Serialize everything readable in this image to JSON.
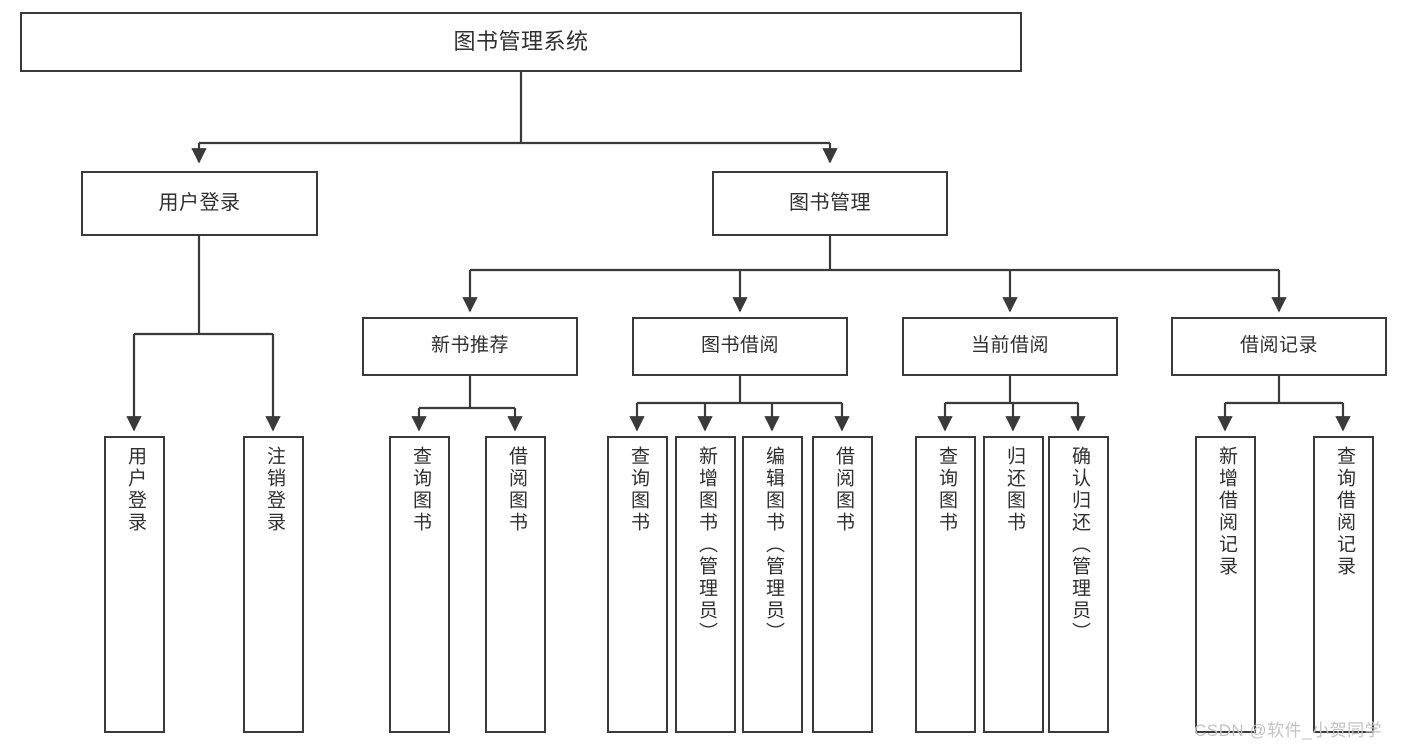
{
  "diagram": {
    "title": "图书管理系统",
    "root": {
      "label": "图书管理系统"
    },
    "level1": [
      {
        "label": "用户登录"
      },
      {
        "label": "图书管理"
      }
    ],
    "level2": [
      {
        "label": "新书推荐"
      },
      {
        "label": "图书借阅"
      },
      {
        "label": "当前借阅"
      },
      {
        "label": "借阅记录"
      }
    ],
    "leaves": {
      "user_login": [
        {
          "label": "用户登录"
        },
        {
          "label": "注销登录"
        }
      ],
      "new_book_recommend": [
        {
          "label": "查询图书"
        },
        {
          "label": "借阅图书"
        }
      ],
      "book_borrow": [
        {
          "label": "查询图书"
        },
        {
          "label": "新增图书（管理员）"
        },
        {
          "label": "编辑图书（管理员）"
        },
        {
          "label": "借阅图书"
        }
      ],
      "current_borrow": [
        {
          "label": "查询图书"
        },
        {
          "label": "归还图书"
        },
        {
          "label": "确认归还（管理员）"
        }
      ],
      "borrow_record": [
        {
          "label": "新增借阅记录"
        },
        {
          "label": "查询借阅记录"
        }
      ]
    }
  },
  "watermark": {
    "text": "CSDN @软件_小贺同学"
  },
  "colors": {
    "stroke": "#3a3a3a",
    "text": "#2f2f2f",
    "background": "#ffffff",
    "watermark": "#c3c3c3"
  }
}
